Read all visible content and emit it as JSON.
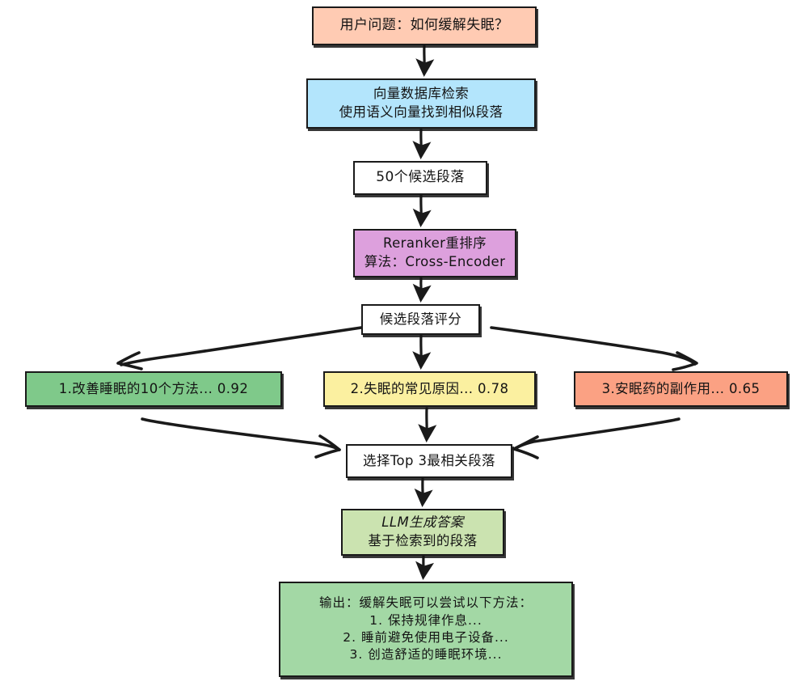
{
  "diagram": {
    "type": "flowchart",
    "title_hidden": "",
    "style": "hand-drawn",
    "nodes": [
      {
        "id": "question",
        "lines": [
          "用户问题：如何缓解失眠？"
        ],
        "color": "#FFCBB3"
      },
      {
        "id": "vector",
        "lines": [
          "向量数据库检索",
          "使用语义向量找到相似段落"
        ],
        "color": "#B3E5FC"
      },
      {
        "id": "candidates",
        "lines": [
          "50个候选段落"
        ],
        "color": "#FFFFFF"
      },
      {
        "id": "reranker",
        "lines": [
          "Reranker重排序",
          "算法：Cross-Encoder"
        ],
        "color": "#DDA0DD"
      },
      {
        "id": "scoring",
        "lines": [
          "候选段落评分"
        ],
        "color": "#FFFFFF"
      },
      {
        "id": "passage1",
        "lines": [
          "1.改善睡眠的10个方法... 0.92"
        ],
        "color": "#7FC98A",
        "score": 0.92
      },
      {
        "id": "passage2",
        "lines": [
          "2.失眠的常见原因... 0.78"
        ],
        "color": "#FBF0A0",
        "score": 0.78
      },
      {
        "id": "passage3",
        "lines": [
          "3.安眠药的副作用... 0.65"
        ],
        "color": "#FBA183",
        "score": 0.65
      },
      {
        "id": "top3",
        "lines": [
          "选择Top 3最相关段落"
        ],
        "color": "#FFFFFF"
      },
      {
        "id": "llm",
        "lines": [
          "LLM生成答案",
          "基于检索到的段落"
        ],
        "color": "#CBE3B0"
      },
      {
        "id": "output",
        "lines": [
          "输出：缓解失眠可以尝试以下方法：",
          "1. 保持规律作息...",
          "2. 睡前避免使用电子设备...",
          "3. 创造舒适的睡眠环境..."
        ],
        "color": "#A3D8A5"
      }
    ],
    "node_text": {
      "question_l1": "用户问题：如何缓解失眠？",
      "vector_l1": "向量数据库检索",
      "vector_l2": "使用语义向量找到相似段落",
      "candidates_l1": "50个候选段落",
      "reranker_l1": "Reranker重排序",
      "reranker_l2": "算法：Cross-Encoder",
      "scoring_l1": "候选段落评分",
      "passage1_l1": "1.改善睡眠的10个方法... 0.92",
      "passage2_l1": "2.失眠的常见原因... 0.78",
      "passage3_l1": "3.安眠药的副作用... 0.65",
      "top3_l1": "选择Top 3最相关段落",
      "llm_l1": "LLM生成答案",
      "llm_l2": "基于检索到的段落",
      "output_l1": "输出：缓解失眠可以尝试以下方法：",
      "output_l2": "1. 保持规律作息...",
      "output_l3": "2. 睡前避免使用电子设备...",
      "output_l4": "3. 创造舒适的睡眠环境..."
    },
    "edges": [
      {
        "from": "question",
        "to": "vector",
        "shape": "vertical-arrow"
      },
      {
        "from": "vector",
        "to": "candidates",
        "shape": "vertical-arrow"
      },
      {
        "from": "candidates",
        "to": "reranker",
        "shape": "vertical-arrow"
      },
      {
        "from": "reranker",
        "to": "scoring",
        "shape": "vertical-arrow"
      },
      {
        "from": "scoring",
        "to": "passage1",
        "shape": "curve-left"
      },
      {
        "from": "scoring",
        "to": "passage2",
        "shape": "vertical-arrow"
      },
      {
        "from": "scoring",
        "to": "passage3",
        "shape": "curve-right"
      },
      {
        "from": "passage1",
        "to": "top3",
        "shape": "curve-right-in"
      },
      {
        "from": "passage2",
        "to": "top3",
        "shape": "vertical-arrow"
      },
      {
        "from": "passage3",
        "to": "top3",
        "shape": "curve-left-in"
      },
      {
        "from": "top3",
        "to": "llm",
        "shape": "vertical-arrow"
      },
      {
        "from": "llm",
        "to": "output",
        "shape": "vertical-arrow"
      }
    ],
    "colors": {
      "stroke": "#1a1a1a",
      "background": "#ffffff",
      "peach": "#FFCBB3",
      "blue": "#B3E5FC",
      "plum": "#DDA0DD",
      "green_strong": "#7FC98A",
      "yellow": "#FBF0A0",
      "salmon": "#FBA183",
      "green_light": "#CBE3B0",
      "green_mid": "#A3D8A5",
      "white": "#FFFFFF"
    }
  }
}
